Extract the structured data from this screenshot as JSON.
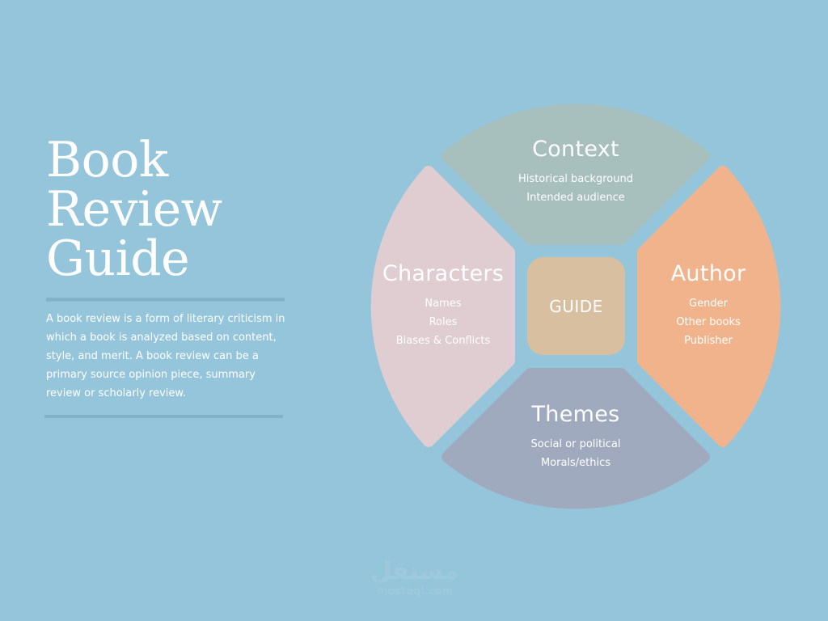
{
  "title": {
    "lines": [
      "Book",
      "Review",
      "Guide"
    ]
  },
  "description": "A book review is a form of literary criticism in which a book is analyzed based on content, style, and merit. A book review can be a primary source opinion piece, summary review or scholarly review.",
  "colors": {
    "background": "#95C5DB",
    "context": "#A7BFBD",
    "characters": "#DFCDD1",
    "author": "#F1B38C",
    "themes": "#A0AABF",
    "guide": "#D8BFA0",
    "divider": "#82B2C8"
  },
  "wheel": {
    "center_label": "GUIDE",
    "sectors": {
      "context": {
        "title": "Context",
        "items": [
          "Historical background",
          "Intended audience"
        ]
      },
      "characters": {
        "title": "Characters",
        "items": [
          "Names",
          "Roles",
          "Biases & Conflicts"
        ]
      },
      "author": {
        "title": "Author",
        "items": [
          "Gender",
          "Other books",
          "Publisher"
        ]
      },
      "themes": {
        "title": "Themes",
        "items": [
          "Social or political",
          "Morals/ethics"
        ]
      }
    }
  },
  "watermark": {
    "arabic": "مستقل",
    "latin": "mostaql.com"
  }
}
